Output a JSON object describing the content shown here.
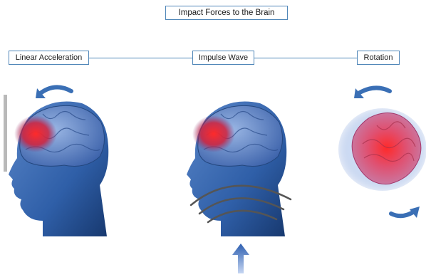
{
  "title": "Impact Forces to the Brain",
  "labels": {
    "linear": "Linear Acceleration",
    "impulse": "Impulse Wave",
    "rotation": "Rotation"
  },
  "colors": {
    "accent": "#4f86b8",
    "head": "#2f5fa8",
    "brain": "#6c8fcf",
    "injury": "#e0202a",
    "arrow": "#3a6fb5"
  },
  "icons": [
    "curved-arrow-icon",
    "head-silhouette-icon",
    "brain-icon",
    "shock-wave-icon",
    "up-arrow-icon"
  ]
}
